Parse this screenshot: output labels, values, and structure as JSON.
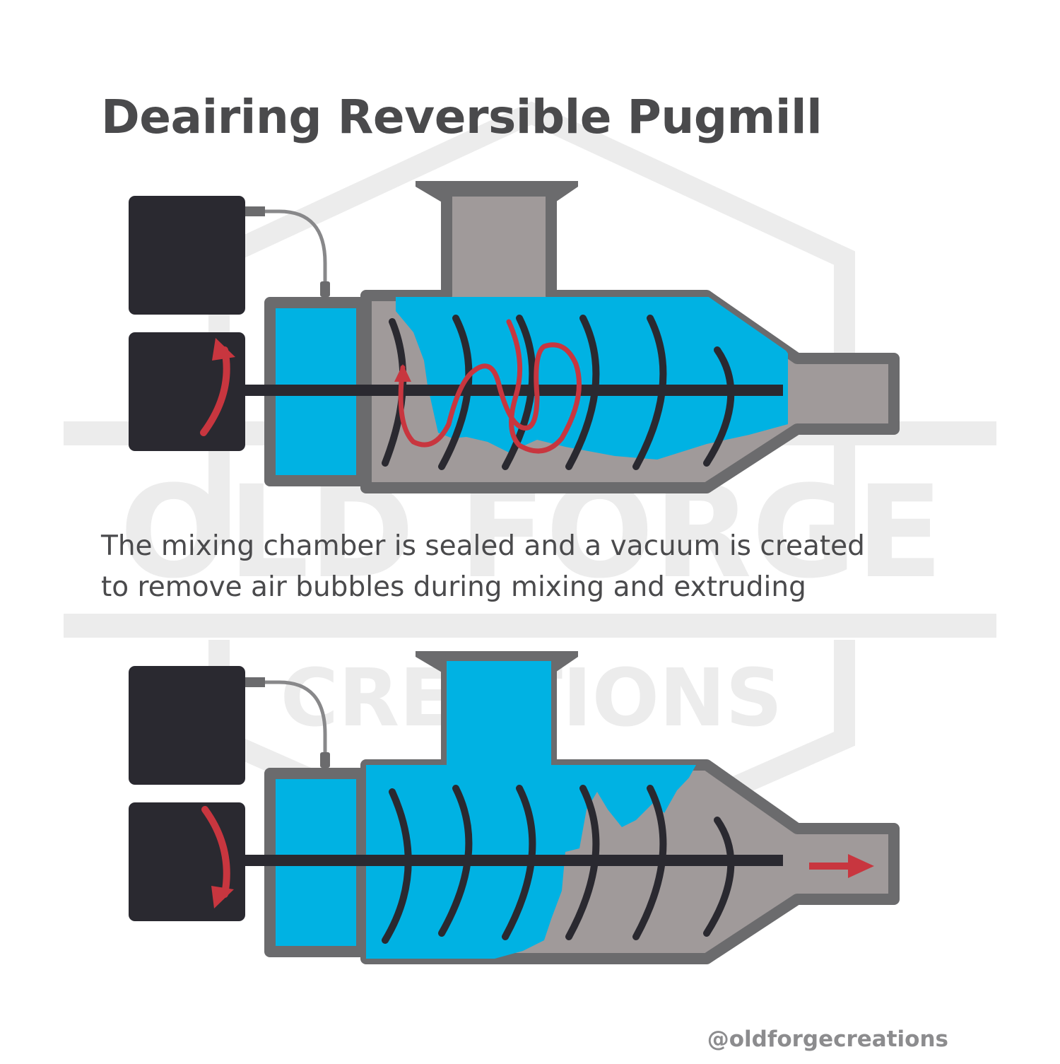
{
  "title": "Deairing Reversible Pugmill",
  "caption": {
    "line1": "The mixing chamber is sealed and a vacuum is created",
    "line2": "to remove air bubbles during mixing and extruding"
  },
  "watermark": {
    "line1": "OLD FORGE",
    "line2": "CREATIONS"
  },
  "handle": "@oldforgecreations",
  "colors": {
    "text": "#4a4a4c",
    "clay_blue": "#00b2e3",
    "shell_gray": "#6b6b6d",
    "clay_gray": "#a09a9a",
    "motor": "#2a2930",
    "arrow_red": "#c8363f",
    "watermark": "#ececec",
    "handle": "#8c8c8e"
  },
  "icons": [
    "rotation-arrow-up-icon",
    "rotation-arrow-down-icon",
    "extrusion-arrow-icon"
  ]
}
